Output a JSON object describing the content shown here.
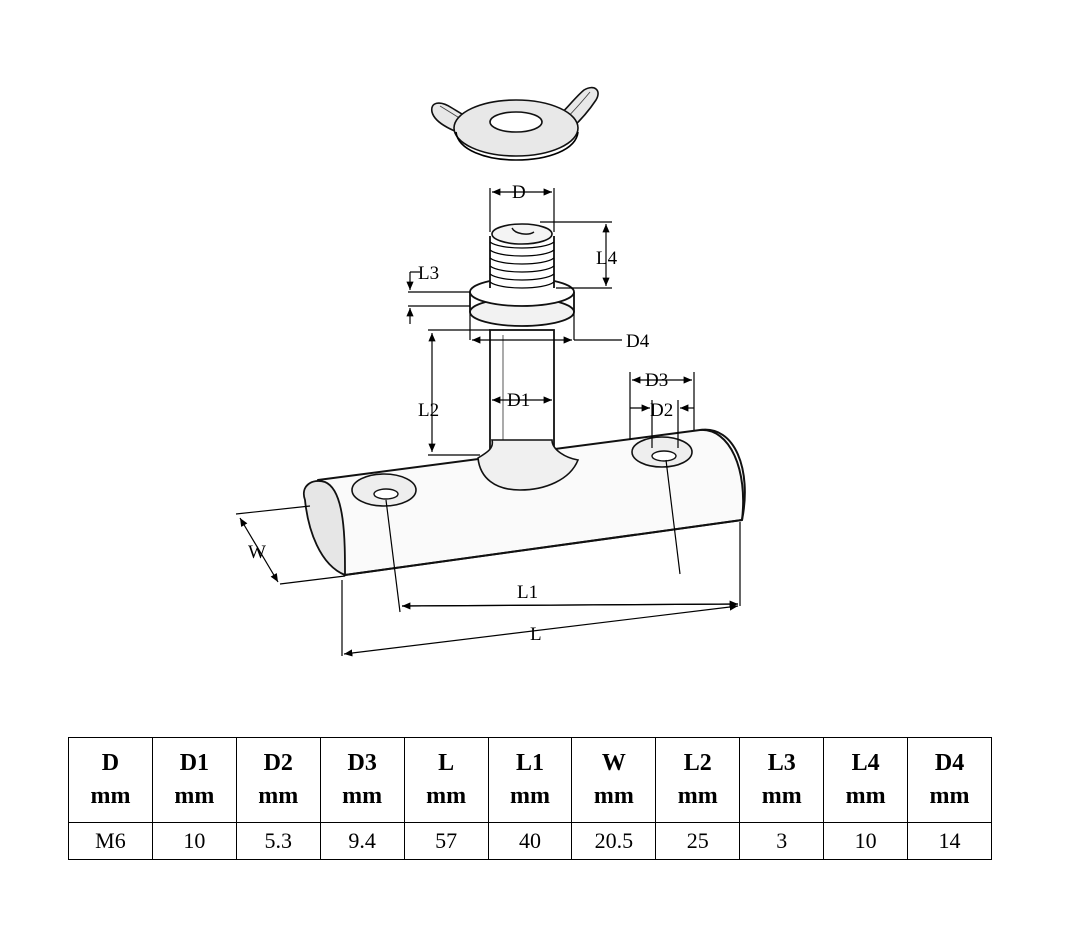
{
  "drawing": {
    "labels": {
      "d": "D",
      "l4": "L4",
      "l3": "L3",
      "d4": "D4",
      "d1": "D1",
      "l2": "L2",
      "d3": "D3",
      "d2": "D2",
      "w": "W",
      "l1": "L1",
      "l": "L"
    }
  },
  "spec_table": {
    "columns": [
      {
        "name": "D",
        "unit": "mm",
        "value": "M6"
      },
      {
        "name": "D1",
        "unit": "mm",
        "value": "10"
      },
      {
        "name": "D2",
        "unit": "mm",
        "value": "5.3"
      },
      {
        "name": "D3",
        "unit": "mm",
        "value": "9.4"
      },
      {
        "name": "L",
        "unit": "mm",
        "value": "57"
      },
      {
        "name": "L1",
        "unit": "mm",
        "value": "40"
      },
      {
        "name": "W",
        "unit": "mm",
        "value": "20.5"
      },
      {
        "name": "L2",
        "unit": "mm",
        "value": "25"
      },
      {
        "name": "L3",
        "unit": "mm",
        "value": "3"
      },
      {
        "name": "L4",
        "unit": "mm",
        "value": "10"
      },
      {
        "name": "D4",
        "unit": "mm",
        "value": "14"
      }
    ]
  }
}
